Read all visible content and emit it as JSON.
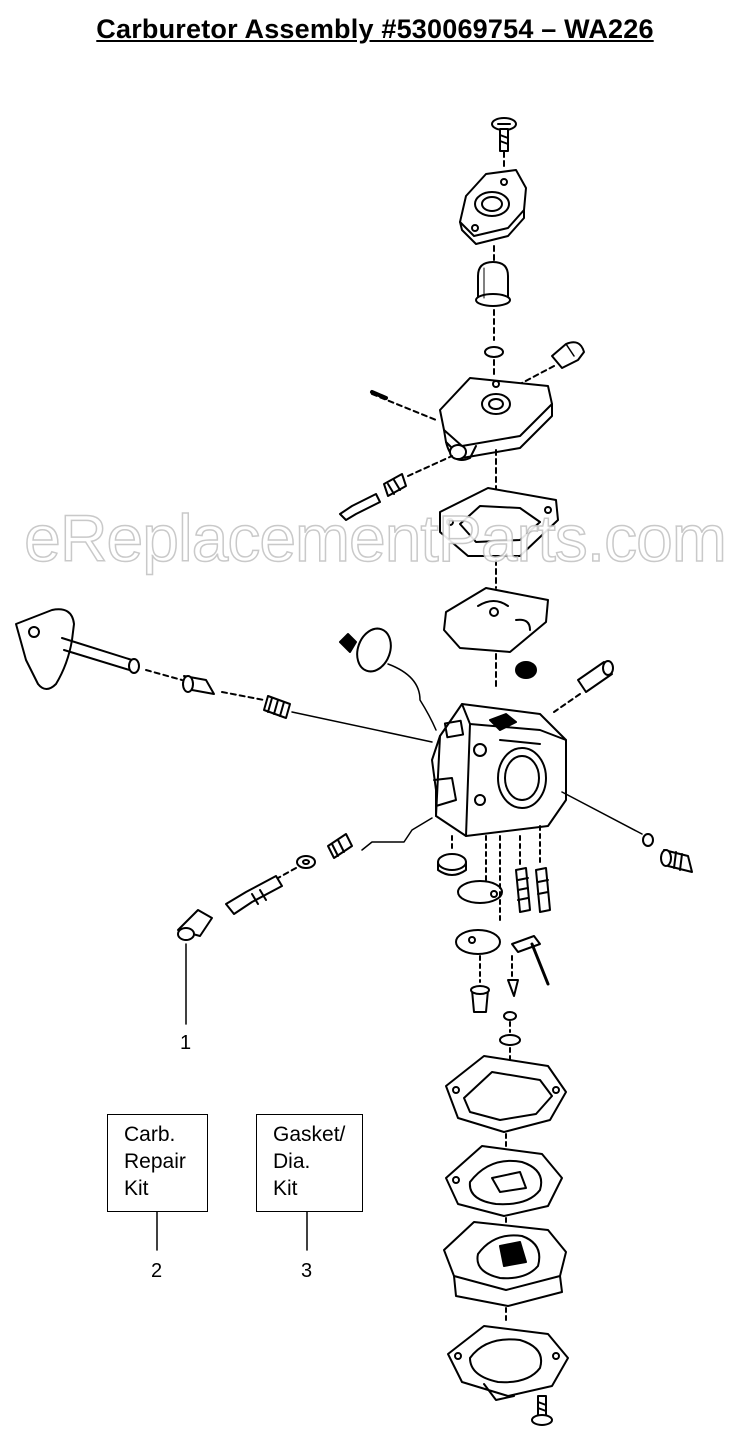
{
  "title": "Carburetor Assembly  #530069754 – WA226",
  "watermark": "eReplacementParts.com",
  "kits": [
    {
      "lines": [
        "Carb.",
        "Repair",
        "Kit"
      ],
      "callout": "2"
    },
    {
      "lines": [
        "Gasket/",
        "Dia.",
        "Kit"
      ],
      "callout": "3"
    }
  ],
  "callouts": {
    "part1": "1"
  },
  "colors": {
    "ink": "#000000",
    "watermark": "#c4c4c4"
  }
}
